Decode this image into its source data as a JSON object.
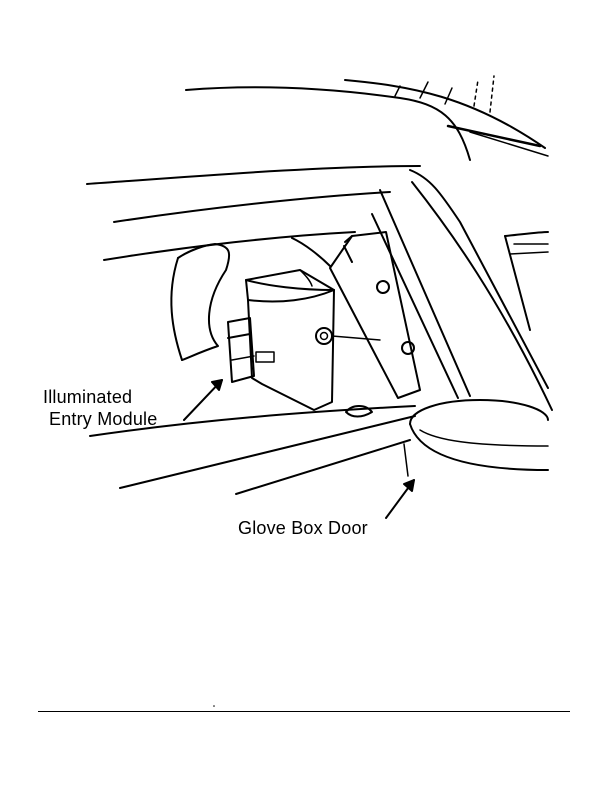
{
  "labels": {
    "module_line1": "Illuminated",
    "module_line2": "Entry Module",
    "glove_box_door": "Glove Box Door"
  },
  "colors": {
    "ink": "#000000",
    "paper": "#ffffff"
  }
}
